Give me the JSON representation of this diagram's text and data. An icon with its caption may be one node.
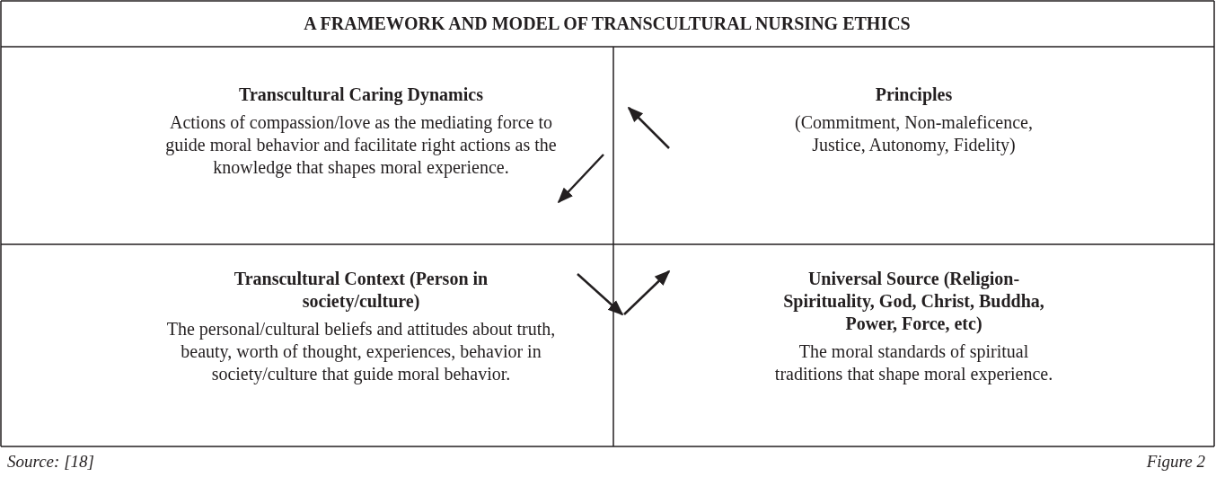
{
  "diagram": {
    "title": "A FRAMEWORK AND MODEL OF TRANSCULTURAL NURSING ETHICS",
    "nodes": [
      {
        "text": [
          "Transcultural Caring Dynamics",
          "Actions of compassion/love as the mediating force to guide moral behavior and facilitate right actions as the knowledge that shapes moral experience."
        ]
      },
      {
        "text": [
          "Principles",
          "(Commitment, Non-maleficence, Justice, Autonomy, Fidelity)"
        ]
      },
      {
        "text": [
          "Transcultural Context (Person in society/culture)",
          "The personal/cultural beliefs and attitudes about truth, beauty, worth of thought, experiences, behavior in society/culture that guide moral behavior."
        ]
      },
      {
        "text": [
          "Universal Source (Religion-Spirituality, God, Christ, Buddha, Power, Force, etc)",
          "The moral standards of spiritual traditions that shape moral experience."
        ]
      }
    ],
    "labels": [
      "Source: [18]",
      "Figure 2"
    ]
  }
}
